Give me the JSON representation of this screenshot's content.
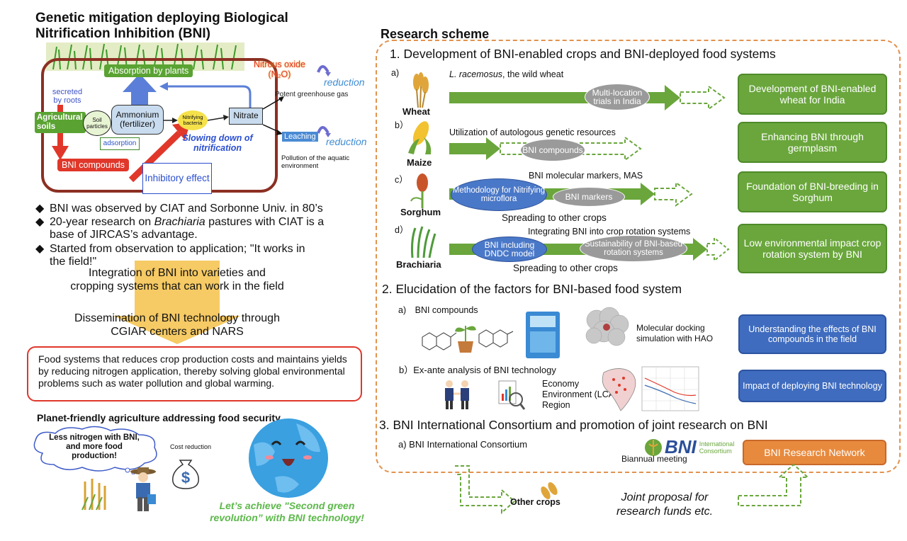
{
  "left": {
    "title_line1": "Genetic mitigation deploying Biological",
    "title_line2": "Nitrification Inhibition (BNI)",
    "diagram": {
      "absorption": "Absorption by plants",
      "nitrous_oxide": "Nitrous oxide",
      "n2o": "(N₂O)",
      "reduction1": "reduction",
      "secreted": "secreted by roots",
      "agri_soils": "Agricultural soils",
      "ammonium": "Ammonium (fertilizer)",
      "soil_particles": "Soil particles",
      "adsorption": "adsorption",
      "nitrifying": "Nitrifying bacteria",
      "nitrate": "Nitrate",
      "potent": "Potent greenhouse gas",
      "leaching": "Leaching",
      "reduction2": "reduction",
      "slowing": "Slowing down of nitrification",
      "pollution": "Pollution of the aquatic environment",
      "bni_compounds": "BNI compounds",
      "inhibitory": "Inhibitory effect"
    },
    "bullets": [
      "BNI was observed by CIAT and Sorbonne Univ. in 80’s",
      "20-year research on Brachiaria pastures with CIAT is a base of JIRCAS’s advantage.",
      "Started from observation to application; \"It works in the field!\""
    ],
    "bullet2_pre": "20-year research on ",
    "bullet2_italic": "Brachiaria",
    "bullet2_post": " pastures with CIAT is a",
    "bullet2_line2": "base of JIRCAS’s advantage.",
    "bullet3_line1": "Started from observation to application; \"It works in",
    "bullet3_line2": "the field!\"",
    "arrow_text1_l1": "Integration of BNI into varieties and",
    "arrow_text1_l2": "cropping systems that can work in the field",
    "arrow_text2_l1": "Dissemination of BNI technology through",
    "arrow_text2_l2": "CGIAR centers and NARS",
    "food_systems": "Food systems that reduces crop production costs and maintains yields by reducing nitrogen application, thereby solving global environmental problems such as water pollution and global warming.",
    "planet_title": "Planet-friendly agriculture addressing food security",
    "cloud_text": "Less nitrogen with BNI, and more food production!",
    "cost_reduction": "Cost reduction",
    "lets_achieve_l1": "Let’s achieve \"Second green",
    "lets_achieve_l2": "revolution” with BNI technology!"
  },
  "right": {
    "scheme_title": "Research scheme",
    "sec1": "1.  Development of BNI-enabled crops and BNI-deployed food systems",
    "row_a": {
      "letter": "a)",
      "desc_italic": "L. racemosus",
      "desc_rest": ", the wild wheat",
      "crop": "Wheat",
      "ellipse": "Multi-location trials in India",
      "box": "Development of BNI-enabled wheat for India"
    },
    "row_b": {
      "letter": "b）",
      "desc": "Utilization of autologous genetic resources",
      "crop": "Maize",
      "ellipse": "BNI compounds",
      "box": "Enhancing BNI through germplasm"
    },
    "row_c": {
      "letter": "c）",
      "desc": "BNI molecular markers, MAS",
      "crop": "Sorghum",
      "ellipse1": "Methodology for Nitrifying microflora",
      "ellipse2": "BNI markers",
      "below": "Spreading to other crops",
      "box": "Foundation of BNI-breeding in Sorghum"
    },
    "row_d": {
      "letter": "d）",
      "desc": "Integrating BNI into crop rotation systems",
      "crop": "Brachiaria",
      "ellipse1": "BNI including DNDC model",
      "ellipse2": "Sustainability of BNI-based rotation systems",
      "below": "Spreading to other crops",
      "box": "Low environmental impact crop rotation system by BNI"
    },
    "sec2": "2. Elucidation of the factors for BNI-based food system",
    "sec2a": "a)　BNI compounds",
    "docking": "Molecular docking simulation with HAO",
    "box2a": "Understanding the effects of BNI compounds in the field",
    "sec2b": "b）Ex-ante analysis of BNI technology",
    "econ": [
      "Economy",
      "Environment (LCA)",
      "Region"
    ],
    "box2b": "Impact of deploying BNI technology",
    "sec3": "3. BNI International Consortium and promotion of joint research on BNI",
    "sec3a": "a) BNI International Consortium",
    "logo_bni": "BNI",
    "logo_sub": "International Consortium",
    "biannual": "Biannual meeting",
    "box3": "BNI Research Network",
    "other_crops": "Other crops",
    "joint_l1": "Joint proposal for",
    "joint_l2": "research funds etc."
  },
  "colors": {
    "green": "#6aa63c",
    "blue": "#3f6cbf",
    "orange": "#e88a3d",
    "red": "#e0372a",
    "dashed_border": "#e2924e"
  }
}
